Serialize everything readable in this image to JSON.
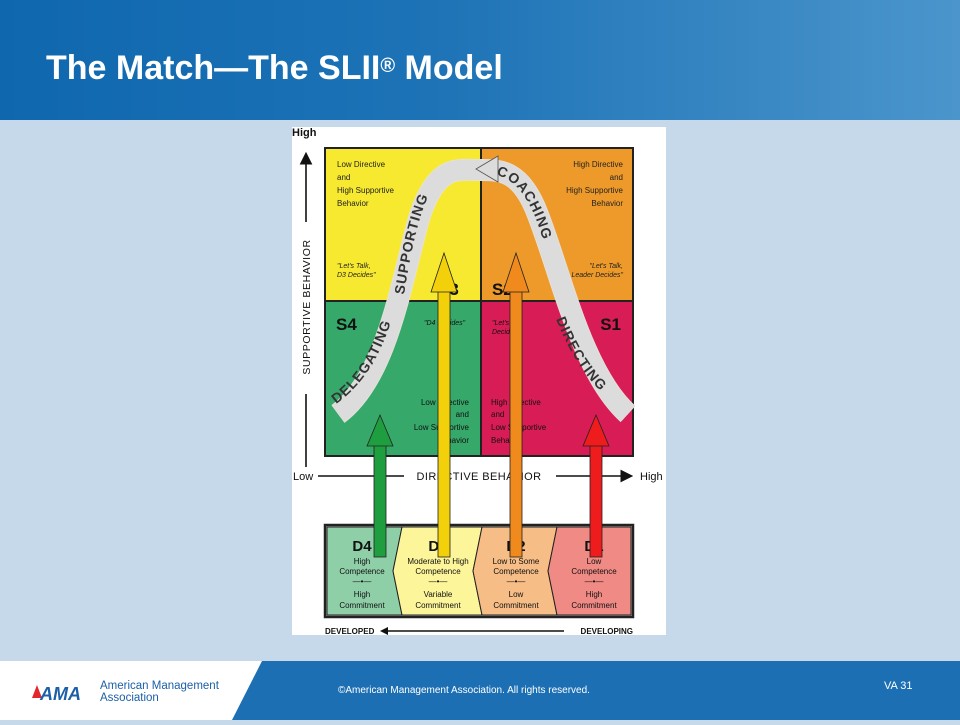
{
  "header": {
    "title": "The Match—The SLII",
    "title_sup": "®",
    "title_suffix": " Model"
  },
  "diagram": {
    "axis_y": {
      "high": "High",
      "label": "SUPPORTIVE BEHAVIOR"
    },
    "axis_x": {
      "low": "Low",
      "label": "DIRECTIVE BEHAVIOR",
      "high": "High"
    },
    "quadrants": {
      "s3": {
        "code": "S3",
        "line1": "Low Directive",
        "line2": "and",
        "line3": "High Supportive",
        "line4": "Behavior",
        "quote1": "\"Let's Talk,",
        "quote2": "D3 Decides\"",
        "color": "#f7e930"
      },
      "s2": {
        "code": "S2",
        "line1": "High Directive",
        "line2": "and",
        "line3": "High Supportive",
        "line4": "Behavior",
        "quote1": "\"Let's Talk,",
        "quote2": "Leader Decides\"",
        "color": "#ee9a2b"
      },
      "s4": {
        "code": "S4",
        "line1": "Low Directive",
        "line2": "and",
        "line3": "Low Supportive",
        "line4": "Behavior",
        "quote": "\"D4 Decides\"",
        "color": "#35a86a"
      },
      "s1": {
        "code": "S1",
        "line1": "High Directive",
        "line2": "and",
        "line3": "Low Supportive",
        "line4": "Behavior",
        "quote1": "\"Let's",
        "quote2": "Decides\"",
        "color": "#d81c55"
      }
    },
    "curve_labels": {
      "supporting": "SUPPORTING",
      "coaching": "COACHING",
      "delegating": "DELEGATING",
      "directing": "DIRECTING"
    },
    "development": [
      {
        "code": "D4",
        "line1": "High",
        "line2": "Competence",
        "line3": "High",
        "line4": "Commitment",
        "color": "#8fcfa8"
      },
      {
        "code": "D3",
        "line1": "Moderate to High",
        "line2": "Competence",
        "line3": "Variable",
        "line4": "Commitment",
        "color": "#fdf59a"
      },
      {
        "code": "D2",
        "line1": "Low to Some",
        "line2": "Competence",
        "line3": "Low",
        "line4": "Commitment",
        "color": "#f6bd86"
      },
      {
        "code": "D1",
        "line1": "Low",
        "line2": "Competence",
        "line3": "High",
        "line4": "Commitment",
        "color": "#f08a84"
      }
    ],
    "dev_axis": {
      "left": "DEVELOPED",
      "right": "DEVELOPING"
    },
    "match_arrow_colors": [
      "#1f9e3f",
      "#f2d10a",
      "#f08a1c",
      "#ee1c1c"
    ]
  },
  "footer": {
    "brand_line1": "American Management",
    "brand_line2": "Association",
    "brand_mark": "AMA",
    "copyright": "©American Management Association. All rights reserved.",
    "slide_number": "VA 31"
  }
}
